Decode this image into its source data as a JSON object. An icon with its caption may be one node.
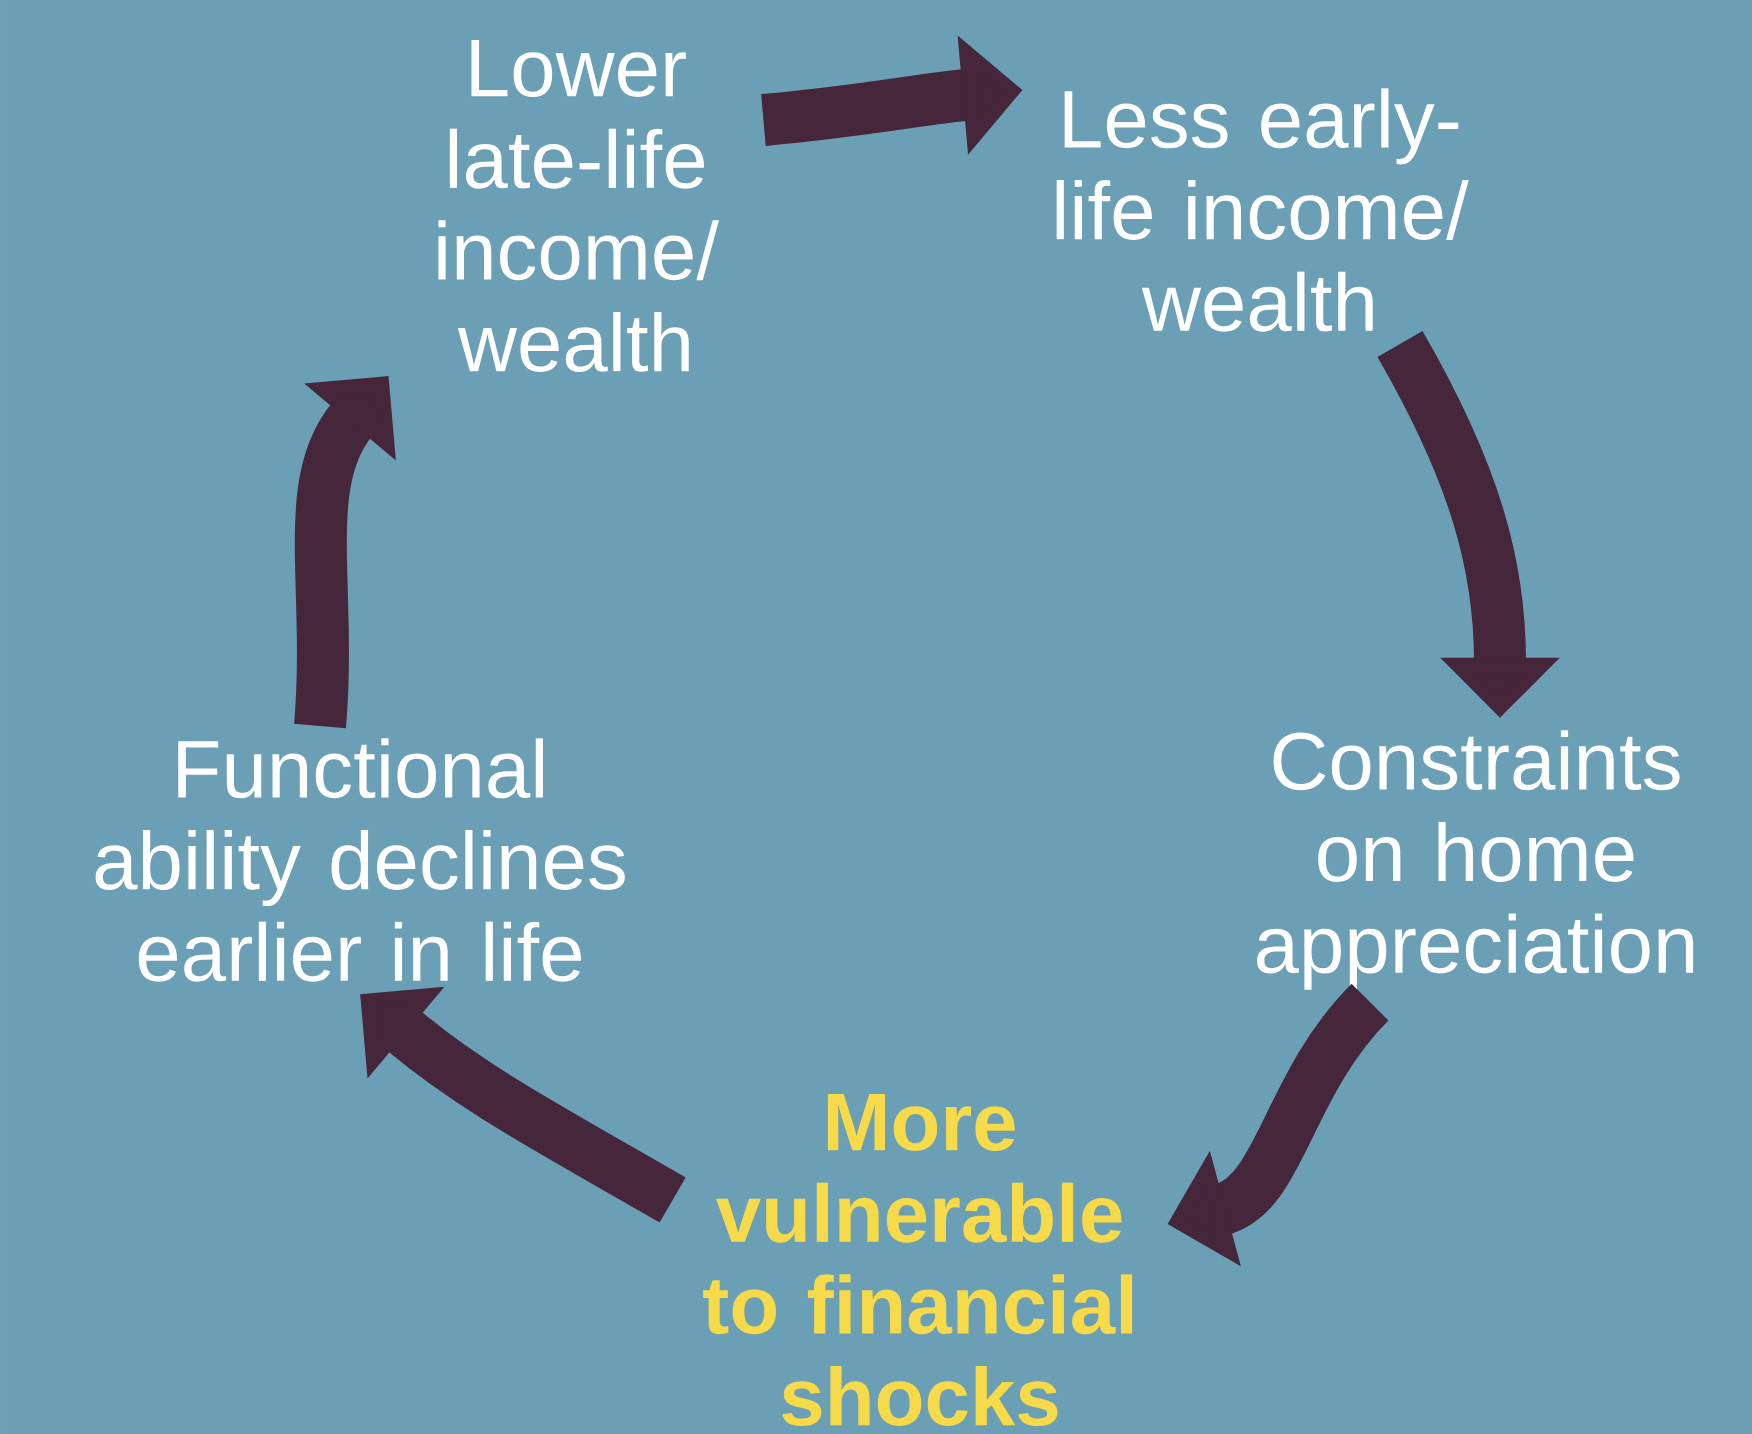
{
  "diagram": {
    "nodes": [
      {
        "text": [
          "Lower late-life income/ wealth"
        ]
      },
      {
        "text": [
          "Less early-life income/ wealth"
        ]
      },
      {
        "text": [
          "Constraints on home appreciation"
        ]
      },
      {
        "text": [
          "More vulnerable to financial shocks"
        ]
      },
      {
        "text": [
          "Functional ability declines earlier in life"
        ]
      }
    ],
    "edges": [
      {
        "from": 0,
        "to": 1,
        "arrow": "to"
      },
      {
        "from": 1,
        "to": 2,
        "arrow": "to"
      },
      {
        "from": 2,
        "to": 3,
        "arrow": "to"
      },
      {
        "from": 3,
        "to": 4,
        "arrow": "to"
      },
      {
        "from": 4,
        "to": 0,
        "arrow": "to"
      }
    ]
  }
}
